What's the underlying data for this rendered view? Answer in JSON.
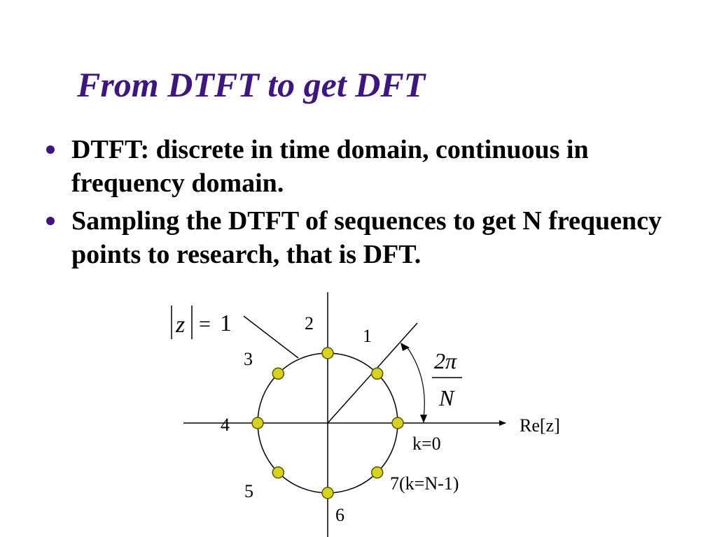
{
  "title": "From DTFT to get DFT",
  "bullets": [
    "DTFT: discrete in time domain, continuous in frequency domain.",
    "Sampling the DTFT of sequences to get N frequency points to research, that is DFT."
  ],
  "diagram": {
    "unit_circle_label": {
      "z": "z",
      "eq": "=",
      "one": "1"
    },
    "real_axis_label": "Re[z]",
    "angle_label": {
      "numerator": "2π",
      "denominator": "N"
    },
    "point_labels": [
      {
        "index": 0,
        "text": "k=0"
      },
      {
        "index": 1,
        "text": "1"
      },
      {
        "index": 2,
        "text": "2"
      },
      {
        "index": 3,
        "text": "3"
      },
      {
        "index": 4,
        "text": "4"
      },
      {
        "index": 5,
        "text": "5"
      },
      {
        "index": 6,
        "text": "6"
      },
      {
        "index": 7,
        "text": "7(k=N-1)"
      }
    ],
    "point_count": 8,
    "colors": {
      "point_fill": "#d6d21e",
      "point_stroke": "#555500",
      "title": "#3f1580"
    }
  }
}
